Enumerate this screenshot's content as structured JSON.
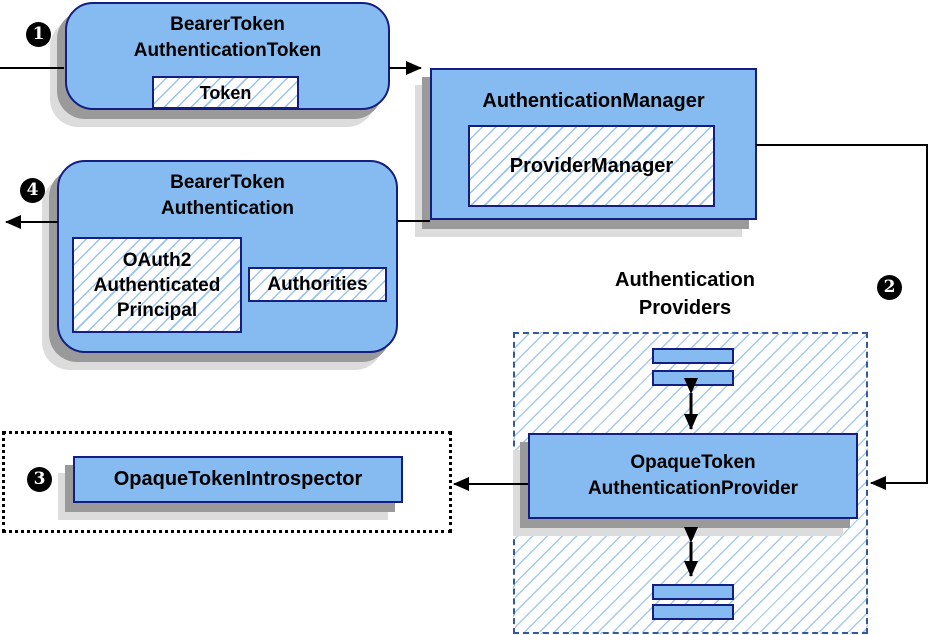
{
  "colors": {
    "node_fill": "#85BBF0",
    "node_border": "#141E7F",
    "hatch_line": "#9CC2F2",
    "container_hatch": "#A6C9EE",
    "dashed_border": "#33589E",
    "shadow_dark": "#9A9A9A",
    "shadow_light": "#DCDCDC",
    "badge_bg": "#000000",
    "badge_text": "#FFFFFF",
    "text": "#000000",
    "arrow": "#000000"
  },
  "badges": {
    "step1": "1",
    "step2": "2",
    "step3": "3",
    "step4": "4"
  },
  "nodes": {
    "bearer_token_authentication_token": {
      "title": "BearerToken\nAuthenticationToken",
      "token_label": "Token"
    },
    "authentication_manager": {
      "title": "AuthenticationManager",
      "provider_manager_label": "ProviderManager"
    },
    "bearer_token_authentication": {
      "title": "BearerToken\nAuthentication",
      "principal_label": "OAuth2\nAuthenticated\nPrincipal",
      "authorities_label": "Authorities"
    },
    "authentication_providers": {
      "label": "Authentication\nProviders"
    },
    "opaque_token_authentication_provider": {
      "title": "OpaqueToken\nAuthenticationProvider"
    },
    "opaque_token_introspector": {
      "title": "OpaqueTokenIntrospector"
    }
  }
}
